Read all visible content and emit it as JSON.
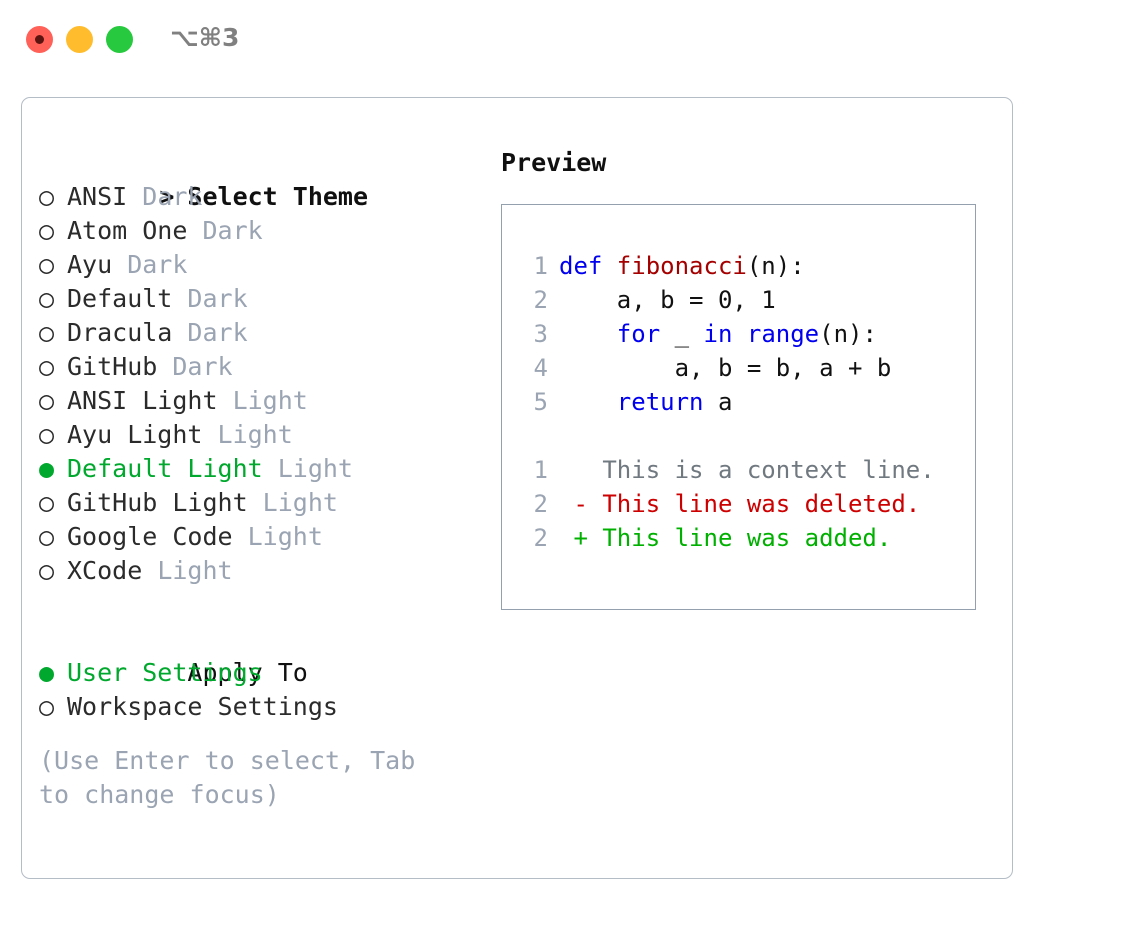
{
  "window": {
    "shortcut": "⌥⌘3",
    "traffic_lights": [
      {
        "name": "close",
        "color": "#ff6159"
      },
      {
        "name": "minimize",
        "color": "#ffbd2e"
      },
      {
        "name": "maximize",
        "color": "#27c93f"
      }
    ]
  },
  "theme_picker": {
    "header_marker": ">",
    "header": "Select Theme",
    "marker_selected": "●",
    "marker_unselected": "○",
    "accent_color": "#00a82d",
    "items": [
      {
        "label": "ANSI",
        "suffix": "Dark",
        "selected": false
      },
      {
        "label": "Atom One",
        "suffix": "Dark",
        "selected": false
      },
      {
        "label": "Ayu",
        "suffix": "Dark",
        "selected": false
      },
      {
        "label": "Default",
        "suffix": "Dark",
        "selected": false
      },
      {
        "label": "Dracula",
        "suffix": "Dark",
        "selected": false
      },
      {
        "label": "GitHub",
        "suffix": "Dark",
        "selected": false
      },
      {
        "label": "ANSI Light",
        "suffix": "Light",
        "selected": false
      },
      {
        "label": "Ayu Light",
        "suffix": "Light",
        "selected": false
      },
      {
        "label": "Default Light",
        "suffix": "Light",
        "selected": true
      },
      {
        "label": "GitHub Light",
        "suffix": "Light",
        "selected": false
      },
      {
        "label": "Google Code",
        "suffix": "Light",
        "selected": false
      },
      {
        "label": "XCode",
        "suffix": "Light",
        "selected": false
      }
    ]
  },
  "apply_to": {
    "header": "Apply To",
    "items": [
      {
        "label": "User Settings",
        "selected": true
      },
      {
        "label": "Workspace Settings",
        "selected": false
      }
    ]
  },
  "hint": "(Use Enter to select, Tab to change focus)",
  "preview": {
    "title": "Preview",
    "code_lines": [
      {
        "num": "1",
        "tokens": [
          {
            "t": "def ",
            "c": "kw"
          },
          {
            "t": "fibonacci",
            "c": "fn"
          },
          {
            "t": "(n):",
            "c": "plain"
          }
        ]
      },
      {
        "num": "2",
        "tokens": [
          {
            "t": "    a, b = 0, 1",
            "c": "plain"
          }
        ]
      },
      {
        "num": "3",
        "tokens": [
          {
            "t": "    ",
            "c": "plain"
          },
          {
            "t": "for",
            "c": "kw"
          },
          {
            "t": " _ ",
            "c": "plain"
          },
          {
            "t": "in",
            "c": "kw"
          },
          {
            "t": " ",
            "c": "plain"
          },
          {
            "t": "range",
            "c": "kw"
          },
          {
            "t": "(n):",
            "c": "plain"
          }
        ]
      },
      {
        "num": "4",
        "tokens": [
          {
            "t": "        a, b = b, a + b",
            "c": "plain"
          }
        ]
      },
      {
        "num": "5",
        "tokens": [
          {
            "t": "    ",
            "c": "plain"
          },
          {
            "t": "return",
            "c": "kw"
          },
          {
            "t": " a",
            "c": "plain"
          }
        ]
      }
    ],
    "diff_lines": [
      {
        "num": "1",
        "sign": " ",
        "text": "This is a context line.",
        "kind": "ctx"
      },
      {
        "num": "2",
        "sign": "-",
        "text": "This line was deleted.",
        "kind": "del"
      },
      {
        "num": "2",
        "sign": "+",
        "text": "This line was added.",
        "kind": "add"
      }
    ]
  }
}
